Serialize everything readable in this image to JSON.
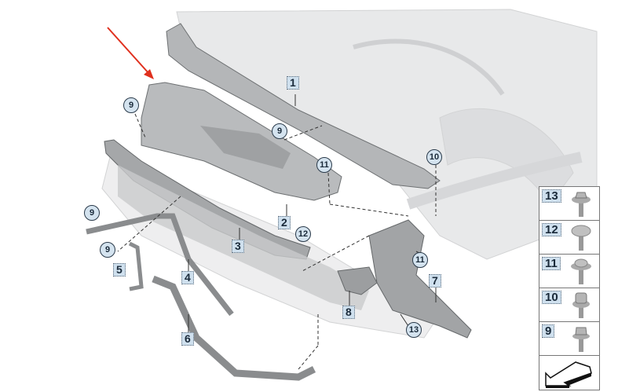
{
  "diagram": {
    "part_labels": [
      "1",
      "2",
      "3",
      "4",
      "5",
      "6",
      "7",
      "8"
    ],
    "fastener_callouts": [
      "9",
      "9",
      "9",
      "9",
      "10",
      "11",
      "11",
      "12",
      "13"
    ],
    "legend": {
      "items": [
        {
          "number": "13",
          "icon": "hex-flange-bolt-icon"
        },
        {
          "number": "12",
          "icon": "pan-head-screw-icon"
        },
        {
          "number": "11",
          "icon": "washer-screw-icon"
        },
        {
          "number": "10",
          "icon": "torx-collar-bolt-icon"
        },
        {
          "number": "9",
          "icon": "hex-bolt-icon"
        }
      ],
      "direction_icon": "front-direction-arrow-icon"
    },
    "colors": {
      "pointer_arrow": "#e0301e",
      "label_fill": "#cfe0ee",
      "part_gray": "#a9abad",
      "ghost_body": "#e6e7e8"
    }
  }
}
